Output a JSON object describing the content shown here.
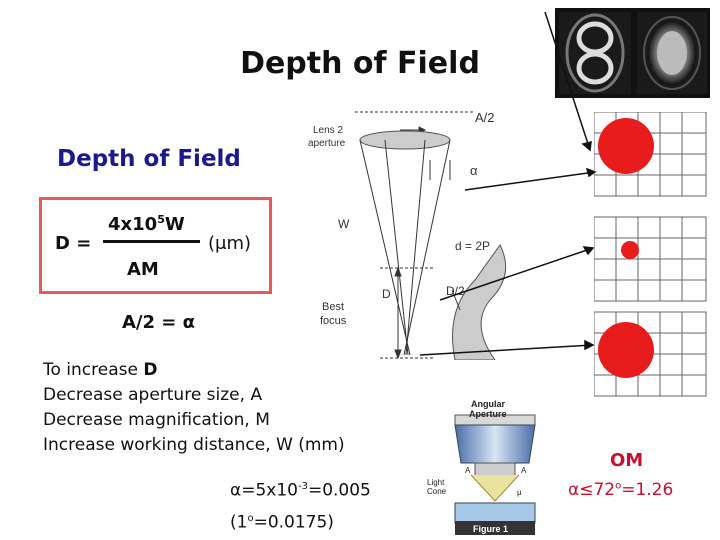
{
  "title": "Depth of Field",
  "subtitle": "Depth of Field",
  "formula": {
    "lhs": "D =",
    "numerator": "4x10",
    "exponent": "5",
    "numerator_suffix": "W",
    "unit": "(μm)",
    "denominator": "AM"
  },
  "aperture_relation": "A/2 = α",
  "notes": {
    "heading_prefix": "To increase ",
    "heading_bold": "D",
    "line1": "Decrease aperture size, A",
    "line2": "Decrease magnification, M",
    "line3": "Increase working distance, W (mm)"
  },
  "alpha_value": {
    "prefix": "α=5x10",
    "exponent": "-3",
    "suffix": "=0.005"
  },
  "degree_value": {
    "prefix": "(1",
    "degree": "o",
    "suffix": "=0.0175)"
  },
  "om": {
    "label": "OM",
    "relation_prefix": "α≤72",
    "degree": "o",
    "relation_suffix": "=1.26"
  },
  "diagram": {
    "lens_label_line1": "Lens 2",
    "lens_label_line2": "aperture",
    "a_half": "A/2",
    "alpha": "α",
    "w": "W",
    "d_eq": "d = 2P",
    "d": "D",
    "d_half": "D/2",
    "best_line1": "Best",
    "best_line2": "focus"
  },
  "objective_figure": {
    "angular_line1": "Angular",
    "angular_line2": "Aperture",
    "a_left": "A",
    "a_right": "A",
    "light_line1": "Light",
    "light_line2": "Cone",
    "mu": "μ",
    "caption": "Figure 1"
  },
  "colors": {
    "accent_red": "#e81c1c",
    "title_blue": "#1a1a8c",
    "om_red": "#c8102e"
  }
}
